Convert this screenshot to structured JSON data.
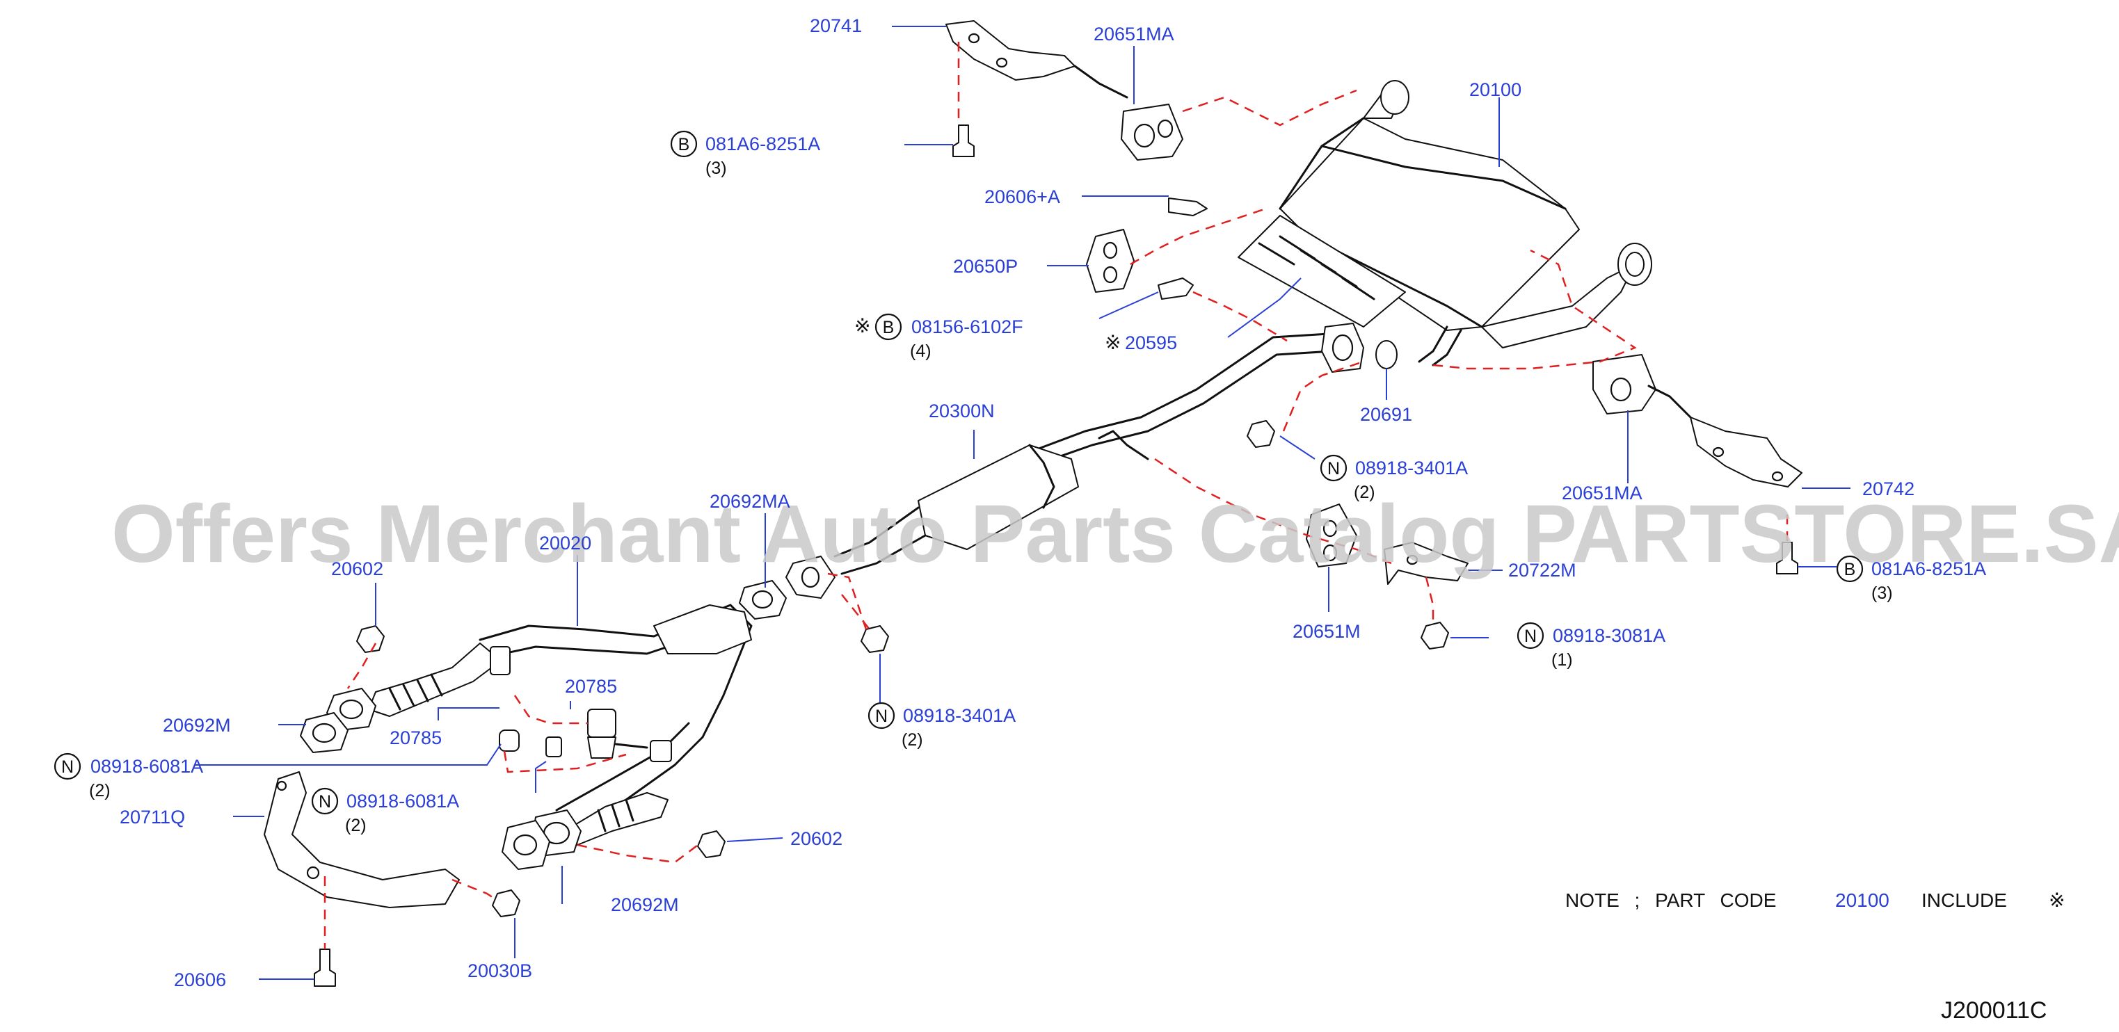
{
  "watermark": "Offers Merchant Auto Parts Catalog PARTSTORE.SA",
  "note": {
    "prefix": "NOTE ; PART CODE",
    "code": "20100",
    "suffix": "INCLUDE",
    "mark": "※"
  },
  "diagram_code": "J200011C",
  "symbols": {
    "b": "B",
    "n": "N",
    "ref_mark": "※"
  },
  "parts": {
    "p20741": "20741",
    "p20651ma_top": "20651MA",
    "p081a6_left": "081A6-8251A",
    "p081a6_left_qty": "(3)",
    "p20606a": "20606+A",
    "p20650p": "20650P",
    "p08156": "08156-6102F",
    "p08156_qty": "(4)",
    "p20595": "20595",
    "p20100": "20100",
    "p20691": "20691",
    "p20651ma_right": "20651MA",
    "p20742": "20742",
    "p081a6_right": "081A6-8251A",
    "p081a6_right_qty": "(3)",
    "p20300n": "20300N",
    "p08918_3401a_upper": "08918-3401A",
    "p08918_3401a_upper_qty": "(2)",
    "p20722m": "20722M",
    "p20651m": "20651M",
    "p08918_3081a": "08918-3081A",
    "p08918_3081a_qty": "(1)",
    "p20692ma": "20692MA",
    "p20020": "20020",
    "p20602_top": "20602",
    "p08918_3401a_lower": "08918-3401A",
    "p08918_3401a_lower_qty": "(2)",
    "p20785_a": "20785",
    "p20785_b": "20785",
    "p20692m_left": "20692M",
    "p08918_6081a_a": "08918-6081A",
    "p08918_6081a_a_qty": "(2)",
    "p08918_6081a_b": "08918-6081A",
    "p08918_6081a_b_qty": "(2)",
    "p20711q": "20711Q",
    "p20602_bottom": "20602",
    "p20692m_bottom": "20692M",
    "p20606": "20606",
    "p20030b": "20030B"
  }
}
